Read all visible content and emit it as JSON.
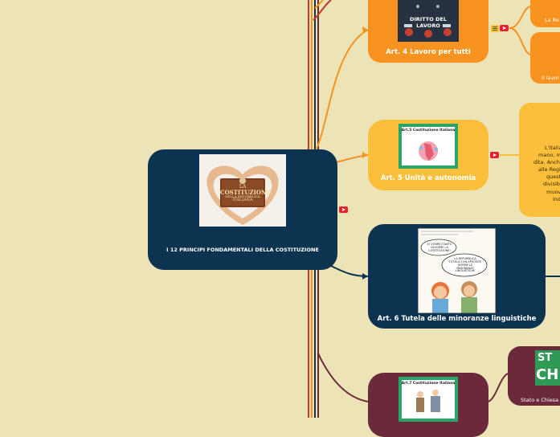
{
  "root": {
    "label": "I 12 PRINCIPI FONDAMENTALI DELLA COSTITUZIONE",
    "image_text": [
      "LA",
      "COSTITUZIONE",
      "DELLA REPUBBLICA",
      "ITALIANA"
    ]
  },
  "art4": {
    "label": "Art. 4 Lavoro per tutti",
    "image_text": "DIRITTO DEL LAVORO"
  },
  "art5": {
    "label": "Art. 5 Unità e autonomia",
    "image_text": "Art.5 Costituzione Italiana"
  },
  "art6": {
    "label": "Art. 6 Tutela delle minoranze linguistiche"
  },
  "art7": {
    "image_text": "Art.7 Costituzione Italiana"
  },
  "art5_text": [
    "L'Italia è",
    "mano, m",
    "dita. Anch",
    "alle Regi",
    "questi,",
    "divisibil",
    "muove",
    "indi"
  ],
  "art4_child1": "La Re",
  "art4_child2": "Il lavor",
  "art7_child": {
    "label": "Stato e Chiesa",
    "image_text": [
      "ST",
      "CH"
    ]
  },
  "comic_text": {
    "bubble1": [
      "IO VORREI TANTO",
      "LEGGERE LA",
      "COSTITUZIONE!"
    ],
    "bubble2": [
      "LA REPUBBLICA",
      "TUTELA CON APPOSITE",
      "NORME LE",
      "MINORANZE",
      "LINGUISTICHE"
    ]
  },
  "colors": {
    "background": "#ece3b6",
    "navy": "#0c3450",
    "orange": "#f7931e",
    "yellow": "#fbbf3c",
    "maroon": "#6b2a3a",
    "red": "#c0392b"
  }
}
